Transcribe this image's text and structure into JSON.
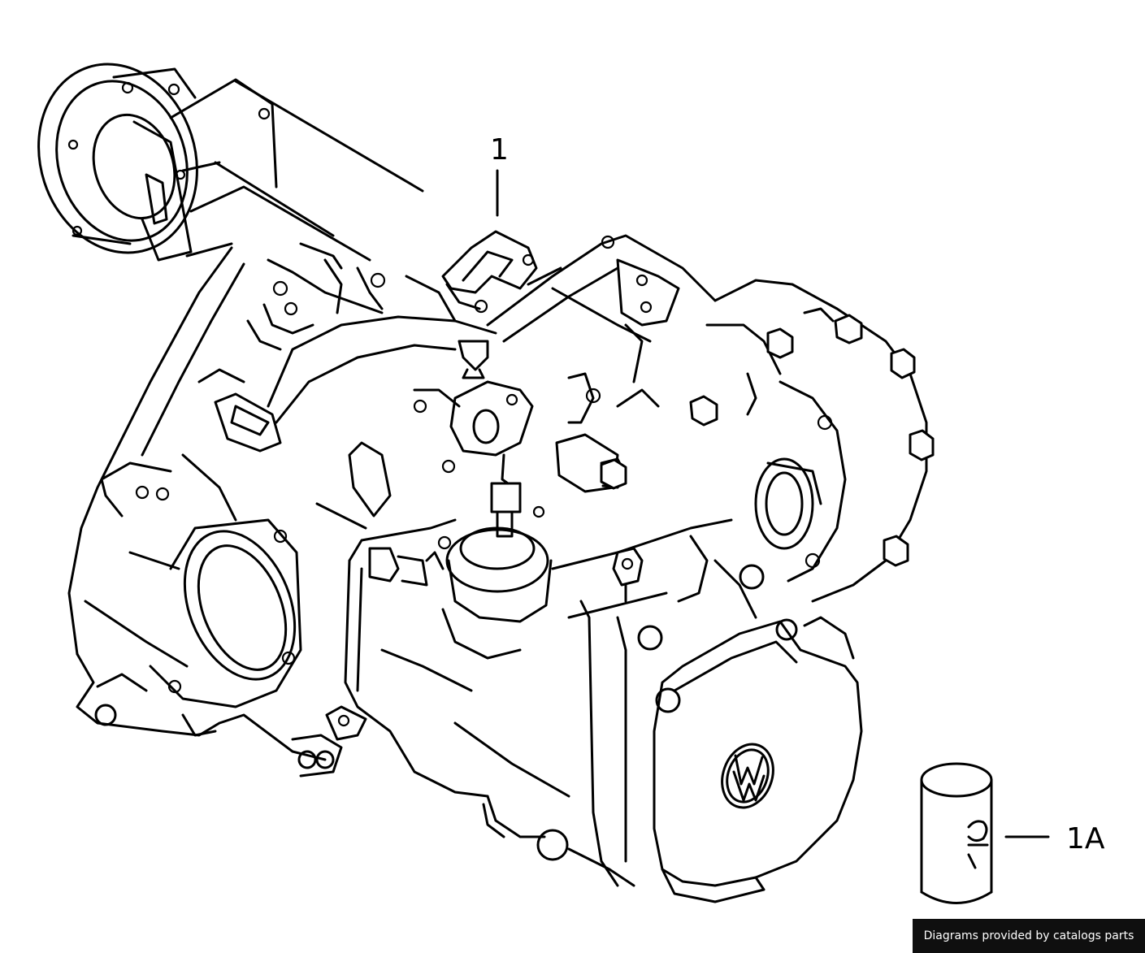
{
  "callouts": [
    {
      "id": "transmission",
      "label": "1"
    },
    {
      "id": "oil-can",
      "label": "1A"
    }
  ],
  "credit": "Diagrams provided by catalogs parts",
  "colors": {
    "line": "#000000",
    "background": "#ffffff",
    "credit_bar": "#0f0f0f",
    "credit_text": "#ffffff"
  }
}
